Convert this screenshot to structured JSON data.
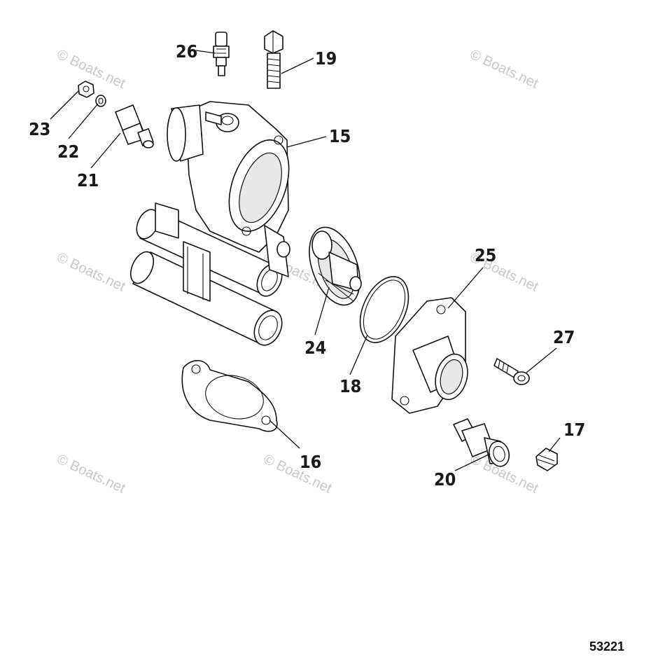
{
  "watermark": "© Boats.net",
  "figure_number": "53221",
  "callouts": {
    "c15": "15",
    "c16": "16",
    "c17": "17",
    "c18": "18",
    "c19": "19",
    "c20": "20",
    "c21": "21",
    "c22": "22",
    "c23": "23",
    "c24": "24",
    "c25": "25",
    "c26": "26",
    "c27": "27"
  }
}
